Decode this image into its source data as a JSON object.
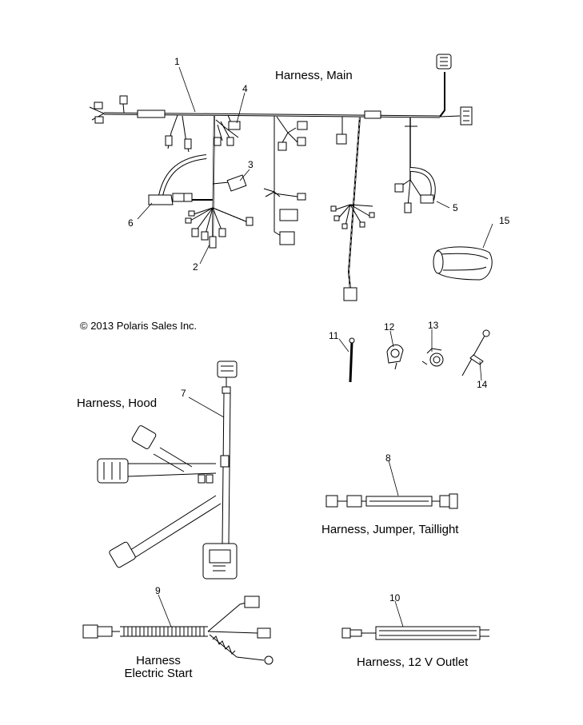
{
  "copyright": "© 2013 Polaris Sales Inc.",
  "titles": {
    "main": "Harness, Main",
    "hood": "Harness, Hood",
    "jumper": "Harness, Jumper, Taillight",
    "start_line1": "Harness",
    "start_line2": "Electric Start",
    "outlet": "Harness, 12 V Outlet"
  },
  "callouts": {
    "n1": "1",
    "n2": "2",
    "n3": "3",
    "n4": "4",
    "n5": "5",
    "n6": "6",
    "n7": "7",
    "n8": "8",
    "n9": "9",
    "n10": "10",
    "n11": "11",
    "n12": "12",
    "n13": "13",
    "n14": "14",
    "n15": "15"
  }
}
